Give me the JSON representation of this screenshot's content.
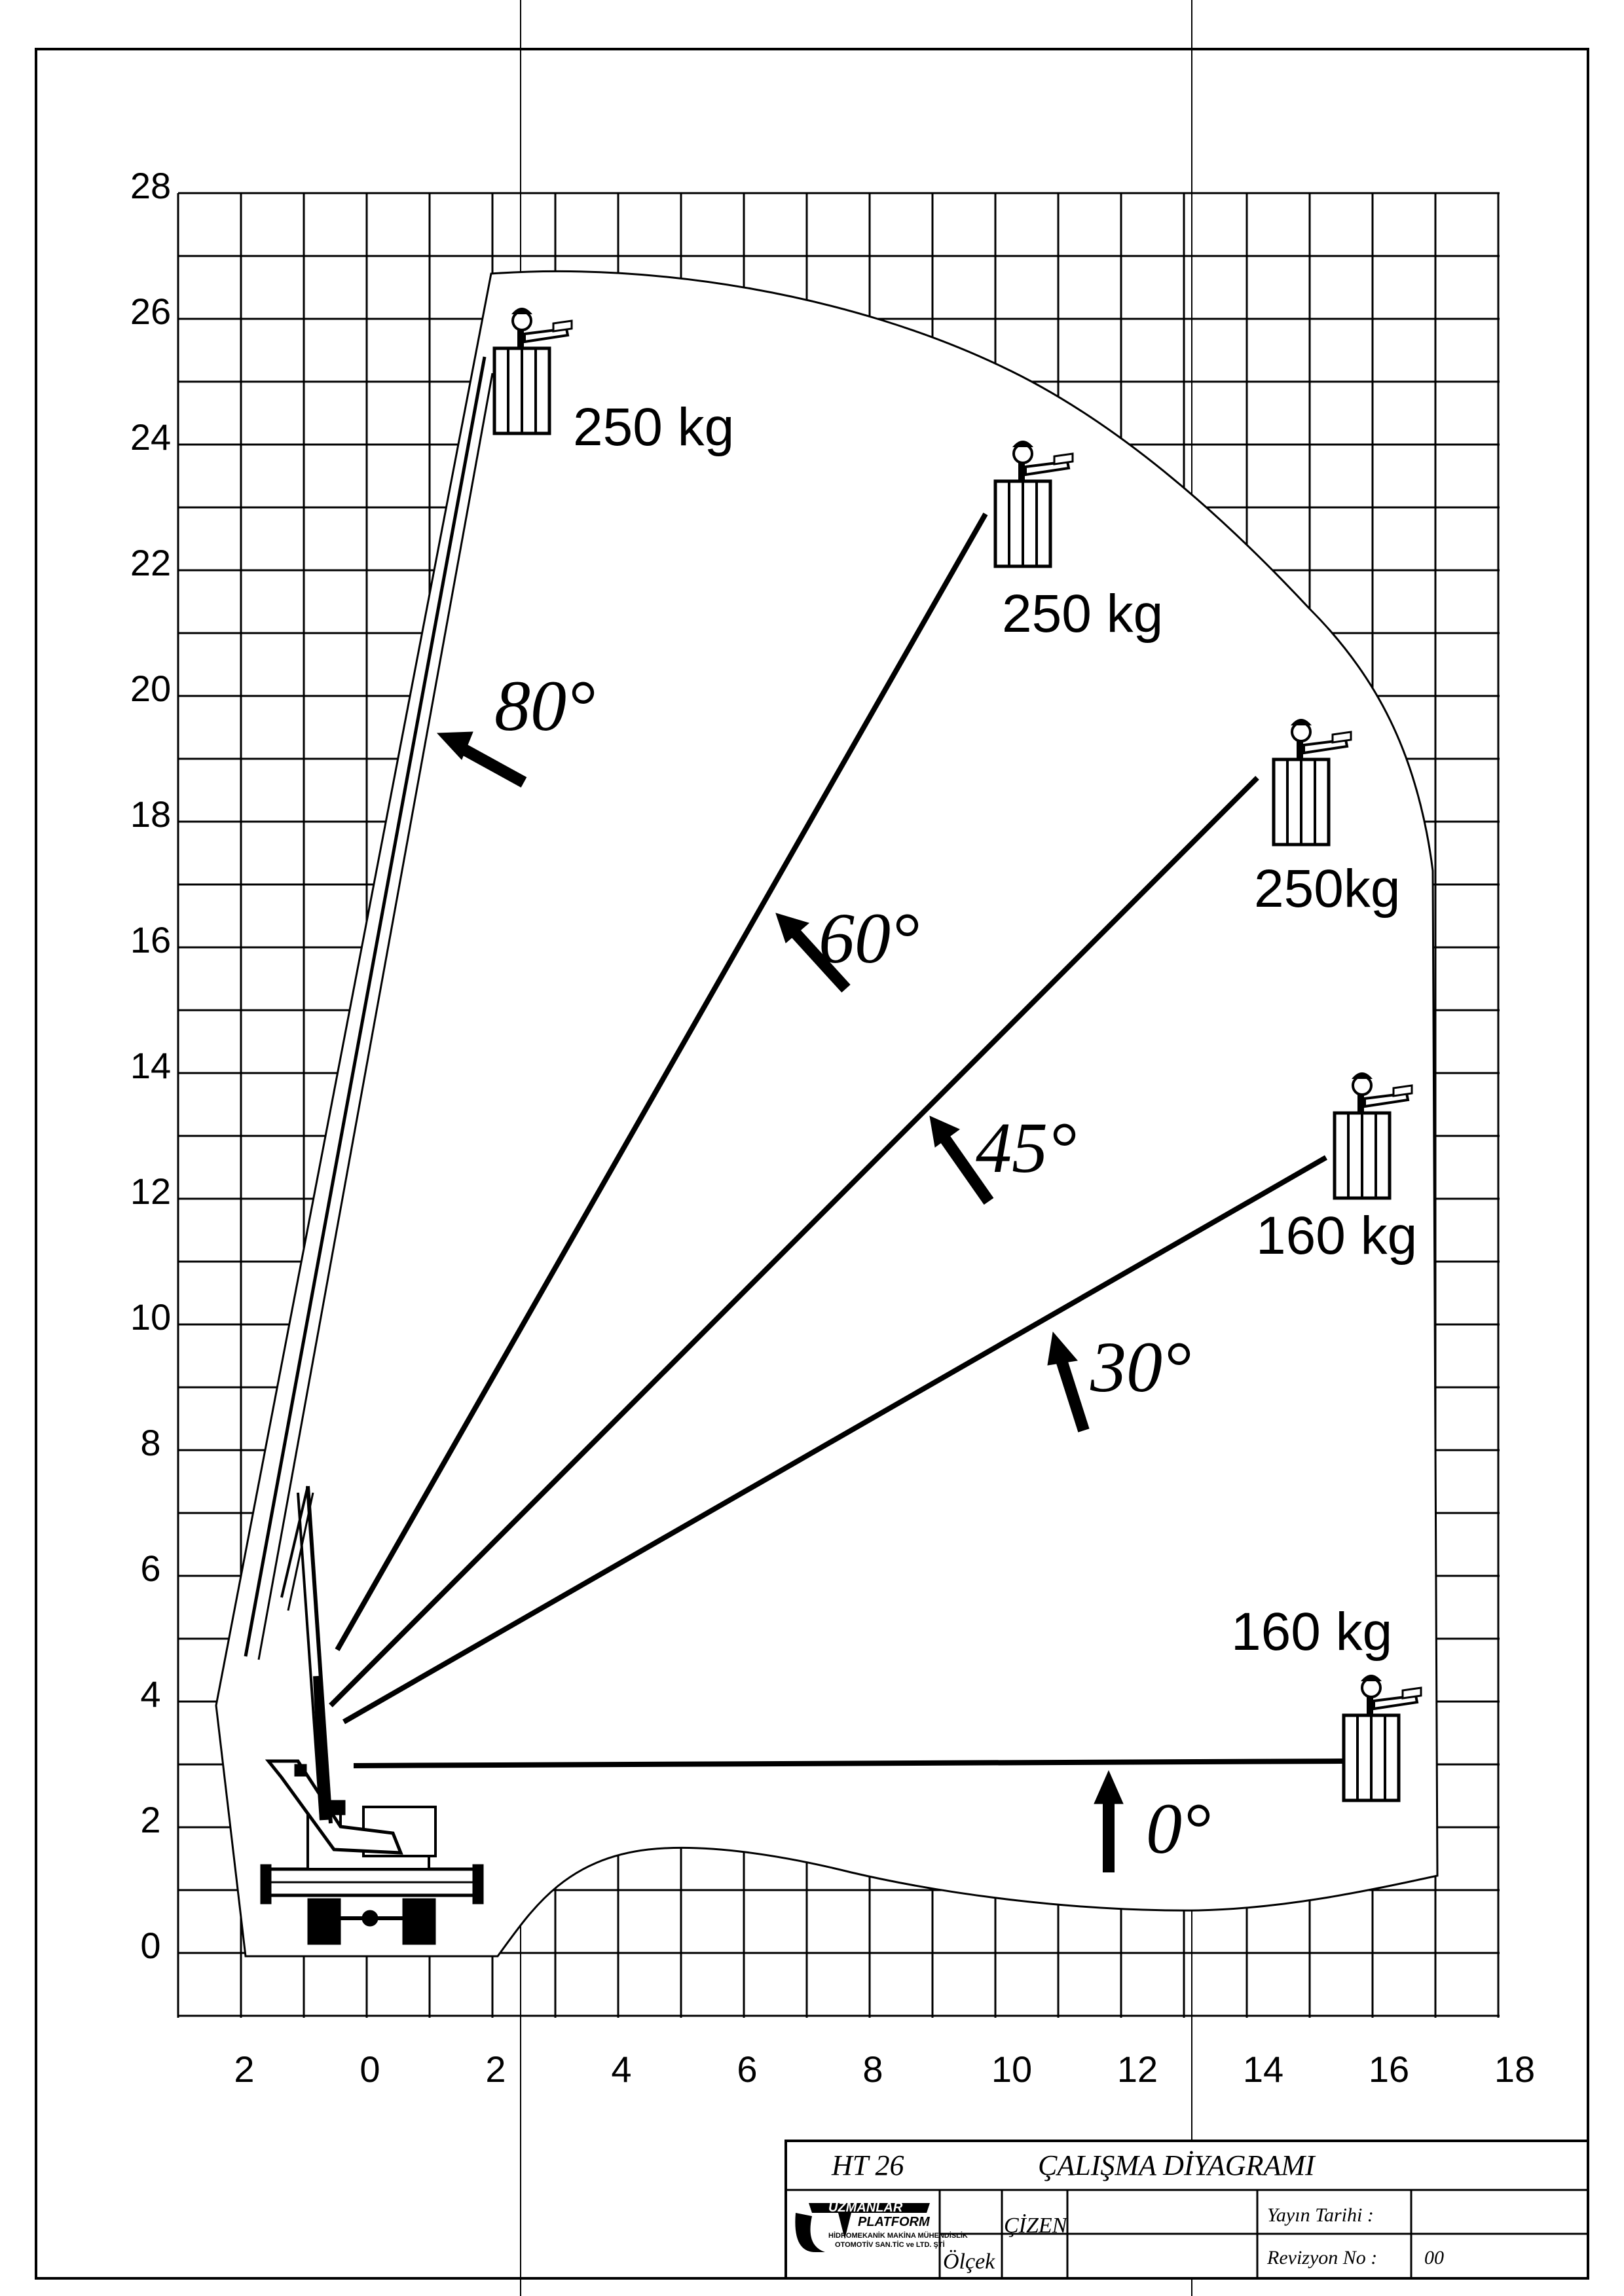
{
  "diagram": {
    "y_axis_labels": [
      "28",
      "26",
      "24",
      "22",
      "20",
      "18",
      "16",
      "14",
      "12",
      "10",
      "8",
      "6",
      "4",
      "2",
      "0"
    ],
    "x_axis_labels": [
      "2",
      "0",
      "2",
      "4",
      "6",
      "8",
      "10",
      "12",
      "14",
      "16",
      "18"
    ],
    "angles": [
      "80°",
      "60°",
      "45°",
      "30°",
      "0°"
    ],
    "loads": [
      "250 kg",
      "250 kg",
      "250kg",
      "160 kg",
      "160 kg"
    ]
  },
  "title_block": {
    "model": "HT 26",
    "title": "ÇALIŞMA DİYAGRAMI",
    "company_line1": "UZMANLAR",
    "company_line2": "PLATFORM",
    "company_line3": "HİDROMEKANİK MAKİNA MÜHENDİSLİK",
    "company_line4": "OTOMOTİV SAN.TİC ve LTD. ŞTİ",
    "scale_label": "Ölçek",
    "drawn_label": "ÇİZEN",
    "publish_date_label": "Yayın Tarihi :",
    "revision_label": "Revizyon No :",
    "revision_value": "00"
  }
}
